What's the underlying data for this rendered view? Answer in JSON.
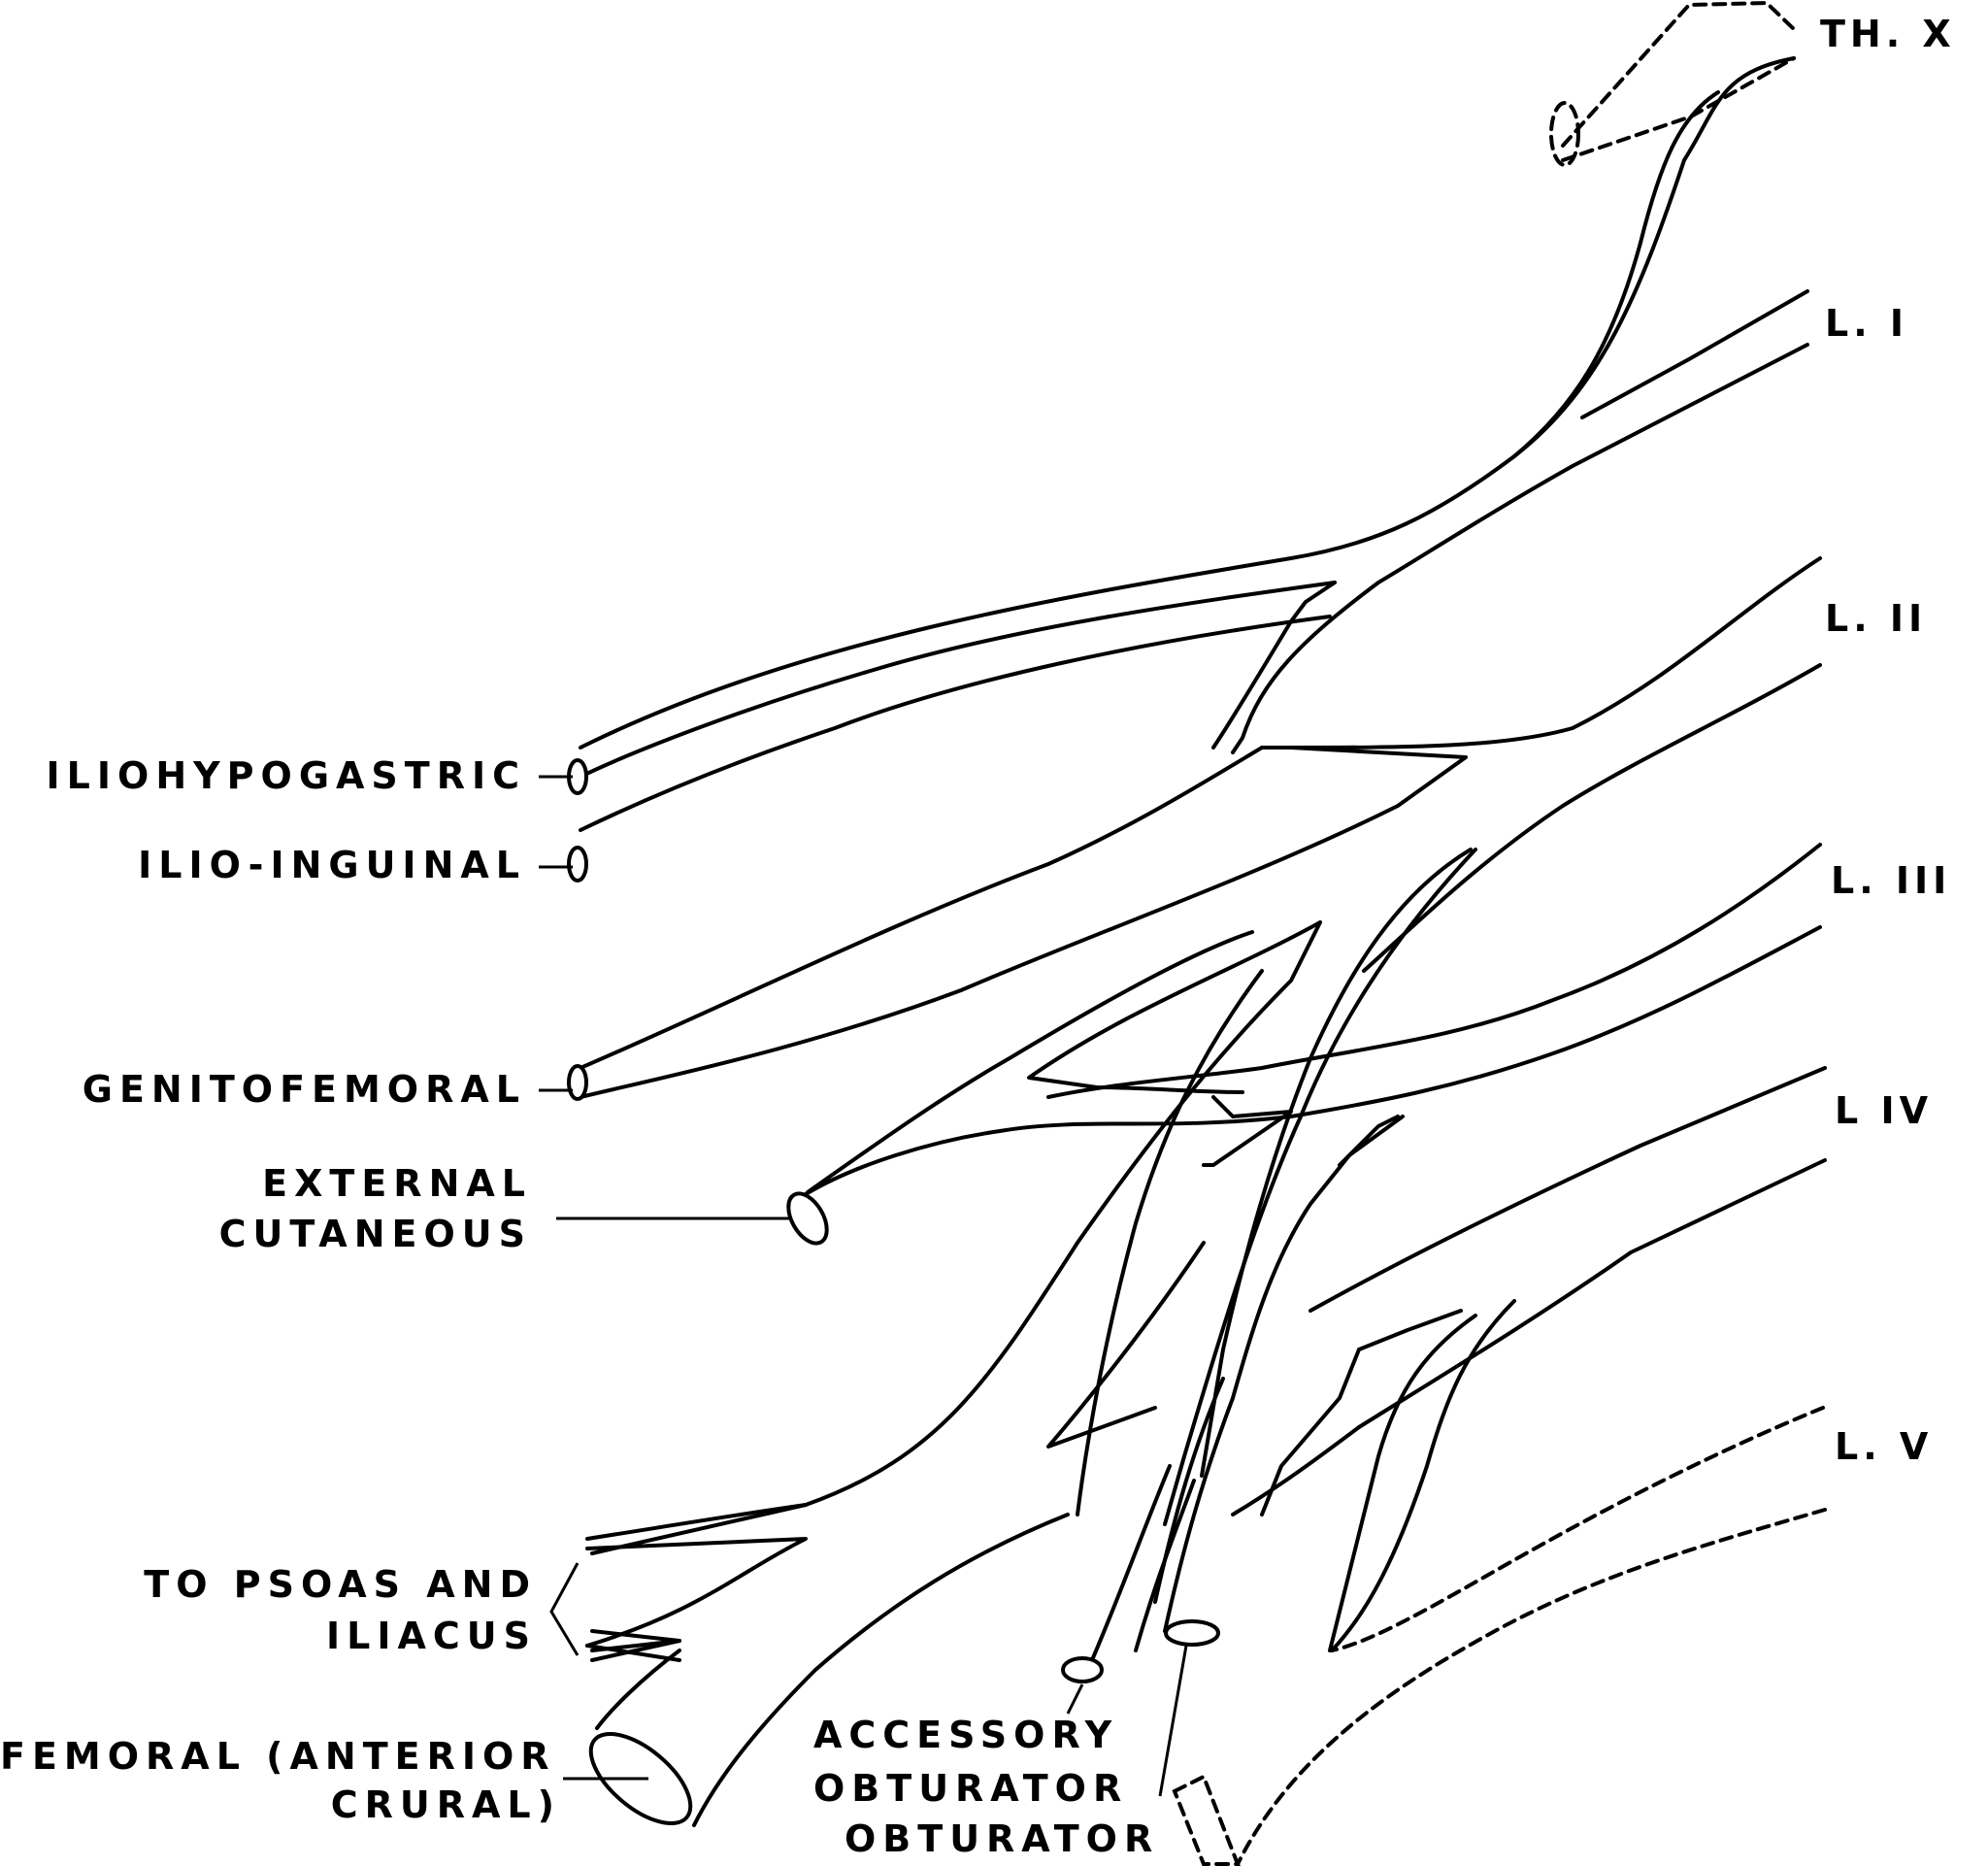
{
  "roots": {
    "th_x": "TH. X",
    "l1": "L. I",
    "l2": "L. II",
    "l3": "L. III",
    "l4": "L  IV",
    "l5": "L. V"
  },
  "branches": {
    "iliohypogastric": "ILIOHYPOGASTRIC",
    "ilio_inguinal": "ILIO-INGUINAL",
    "genitofemoral": "GENITOFEMORAL",
    "external_cutaneous_1": "EXTERNAL",
    "external_cutaneous_2": "CUTANEOUS",
    "psoas_1": "TO PSOAS AND",
    "psoas_2": "ILIACUS",
    "femoral_1": "FEMORAL (ANTERIOR",
    "femoral_2": "CRURAL)",
    "accessory_obturator_1": "ACCESSORY",
    "accessory_obturator_2": "OBTURATOR",
    "obturator": "OBTURATOR"
  }
}
